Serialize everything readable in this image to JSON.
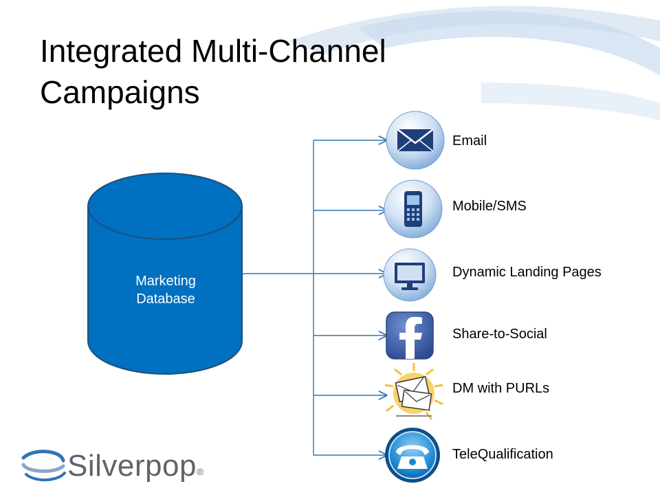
{
  "title": "Integrated Multi-Channel Campaigns",
  "database": {
    "label_line1": "Marketing",
    "label_line2": "Database"
  },
  "channels": [
    {
      "label": "Email",
      "icon": "envelope-icon"
    },
    {
      "label": "Mobile/SMS",
      "icon": "mobile-phone-icon"
    },
    {
      "label": "Dynamic Landing Pages",
      "icon": "monitor-icon"
    },
    {
      "label": "Share-to-Social",
      "icon": "facebook-icon"
    },
    {
      "label": "DM with PURLs",
      "icon": "direct-mail-icon"
    },
    {
      "label": "TeleQualification",
      "icon": "telephone-icon"
    }
  ],
  "logo": {
    "text": "Silverpop",
    "reg": "®"
  },
  "colors": {
    "database": "#0070c0",
    "connector": "#2e75b6",
    "icon_blue": "#3a78bf",
    "brand_gray": "#5f6368"
  }
}
